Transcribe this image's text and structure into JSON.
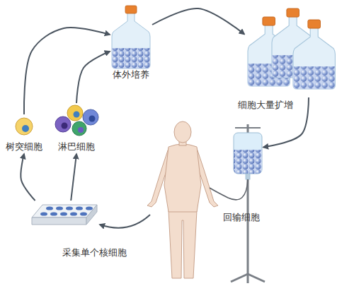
{
  "diagram": {
    "nodes": [
      {
        "text": [
          "采集单个核细胞"
        ]
      },
      {
        "text": [
          "树突细胞"
        ]
      },
      {
        "text": [
          "淋巴细胞"
        ]
      },
      {
        "text": [
          "体外培养"
        ]
      },
      {
        "text": [
          "细胞大量扩增"
        ]
      },
      {
        "text": [
          "回输细胞"
        ]
      }
    ],
    "edges": [
      {
        "from": 0,
        "to": 1,
        "arrow": "to"
      },
      {
        "from": 0,
        "to": 2,
        "arrow": "to"
      },
      {
        "from": 1,
        "to": 3,
        "arrow": "to"
      },
      {
        "from": 2,
        "to": 3,
        "arrow": "to"
      },
      {
        "from": 3,
        "to": 4,
        "arrow": "to"
      },
      {
        "from": 4,
        "to": 5,
        "arrow": "to"
      }
    ]
  }
}
